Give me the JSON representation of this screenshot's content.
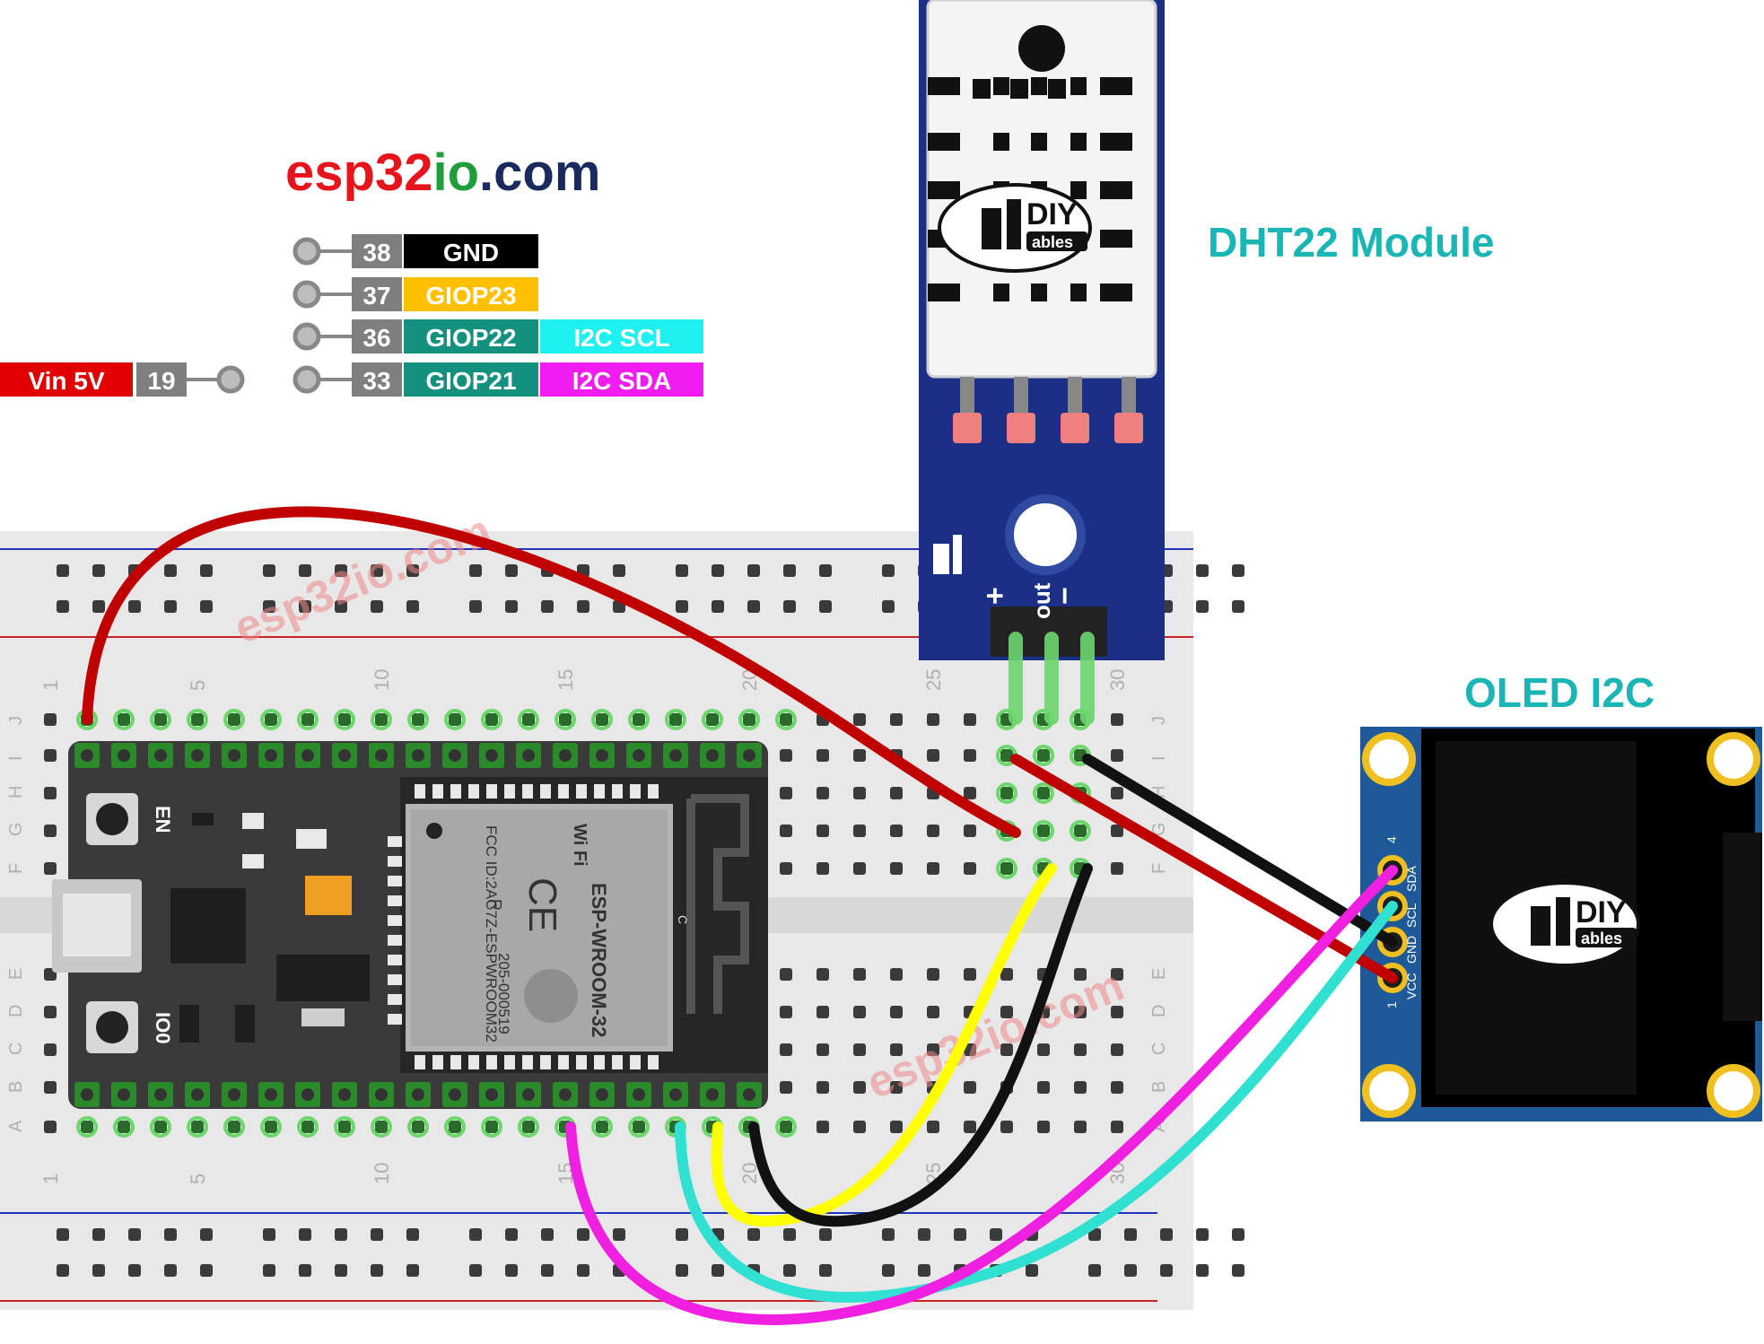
{
  "brand": {
    "parts": [
      {
        "text": "esp32",
        "color": "#e8141b"
      },
      {
        "text": "io",
        "color": "#1f9e3c"
      },
      {
        "text": ".com",
        "color": "#1a2a5e"
      }
    ]
  },
  "pins": [
    {
      "num": "38",
      "name": "GND",
      "name_bg": "#000000",
      "name_fg": "#ffffff",
      "func": ""
    },
    {
      "num": "37",
      "name": "GIOP23",
      "name_bg": "#ffc000",
      "name_fg": "#ffffff",
      "func": ""
    },
    {
      "num": "36",
      "name": "GIOP22",
      "name_bg": "#13907e",
      "name_fg": "#ffffff",
      "func": "I2C SCL",
      "func_bg": "#1ff0f0"
    },
    {
      "num": "33",
      "name": "GIOP21",
      "name_bg": "#13907e",
      "name_fg": "#ffffff",
      "func": "I2C SDA",
      "func_bg": "#f01cf0"
    }
  ],
  "vin": {
    "label": "Vin 5V",
    "num": "19",
    "color": "#e10000"
  },
  "dht": {
    "title": "DHT22 Module",
    "title_color": "#1ab5b5",
    "logo_top": "DIY",
    "logo_bottom": "ables",
    "pin_labels": [
      "+",
      "out",
      "−"
    ],
    "board_color": "#1b2f86"
  },
  "oled": {
    "title": "OLED I2C",
    "title_color": "#1ab5b5",
    "logo_top": "DIY",
    "logo_bottom": "ables",
    "pin_labels": [
      "SDA",
      "SCL",
      "GND",
      "VCC"
    ],
    "pin_numbers": [
      "4",
      "1"
    ],
    "board_color": "#1e5a9a"
  },
  "esp32": {
    "module_label": "ESP-WROOM-32",
    "fcc": "FCC ID:2AC7Z-ESPWROOM32",
    "cert": "205-000519",
    "wifi": "Wi Fi",
    "ce": "CE",
    "r_mark": "R",
    "c_mark": "C",
    "en_label": "EN",
    "io0_label": "IO0"
  },
  "breadboard": {
    "row_letters_top": [
      "J",
      "I",
      "H",
      "G",
      "F"
    ],
    "row_letters_bottom": [
      "E",
      "D",
      "C",
      "B",
      "A"
    ],
    "col_numbers": [
      "1",
      "5",
      "10",
      "15",
      "20",
      "25",
      "30"
    ]
  },
  "watermark": "esp32io.com",
  "wire_colors": {
    "vin": "#c00000",
    "gnd": "#111111",
    "data": "#ffff00",
    "scl": "#30e0d0",
    "sda": "#f020e0"
  }
}
